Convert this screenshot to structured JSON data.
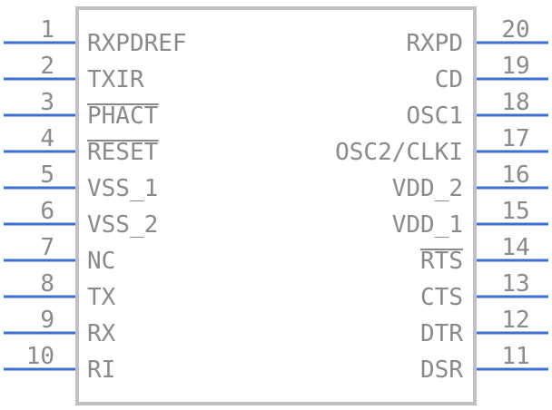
{
  "component": {
    "left_pins": [
      {
        "number": "1",
        "label": "RXPDREF",
        "overbar": false
      },
      {
        "number": "2",
        "label": "TXIR",
        "overbar": false
      },
      {
        "number": "3",
        "label": "PHACT",
        "overbar": true
      },
      {
        "number": "4",
        "label": "RESET",
        "overbar": true
      },
      {
        "number": "5",
        "label": "VSS_1",
        "overbar": false
      },
      {
        "number": "6",
        "label": "VSS_2",
        "overbar": false
      },
      {
        "number": "7",
        "label": "NC",
        "overbar": false
      },
      {
        "number": "8",
        "label": "TX",
        "overbar": false
      },
      {
        "number": "9",
        "label": "RX",
        "overbar": false
      },
      {
        "number": "10",
        "label": "RI",
        "overbar": false
      }
    ],
    "right_pins": [
      {
        "number": "20",
        "label": "RXPD",
        "overbar": false
      },
      {
        "number": "19",
        "label": "CD",
        "overbar": false
      },
      {
        "number": "18",
        "label": "OSC1",
        "overbar": false
      },
      {
        "number": "17",
        "label": "OSC2/CLKI",
        "overbar": false
      },
      {
        "number": "16",
        "label": "VDD_2",
        "overbar": false
      },
      {
        "number": "15",
        "label": "VDD_1",
        "overbar": false
      },
      {
        "number": "14",
        "label": "RTS",
        "overbar": true
      },
      {
        "number": "13",
        "label": "CTS",
        "overbar": false
      },
      {
        "number": "12",
        "label": "DTR",
        "overbar": false
      },
      {
        "number": "11",
        "label": "DSR",
        "overbar": false
      }
    ]
  },
  "colors": {
    "pin_line": "#3b6fd4",
    "body_outline": "#c0c0c0",
    "text": "#8a8a8a"
  }
}
